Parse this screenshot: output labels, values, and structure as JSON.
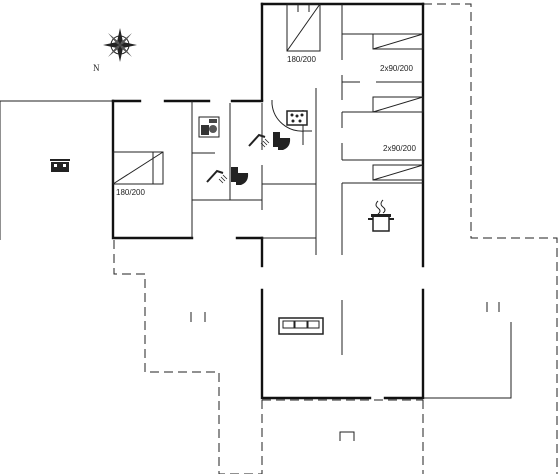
{
  "compass": {
    "north_label": "N"
  },
  "beds": {
    "bed_top": "180/200",
    "bed_left": "180/200",
    "bed_upper_right": "2x90/200",
    "bed_middle_right": "2x90/200"
  },
  "icons": [
    "compass-rose-icon",
    "car-icon",
    "washing-machine-icon",
    "shower-icon",
    "toilet-icon",
    "hot-tub-icon",
    "cooking-pot-icon",
    "sofa-icon",
    "garden-chairs-icon"
  ]
}
